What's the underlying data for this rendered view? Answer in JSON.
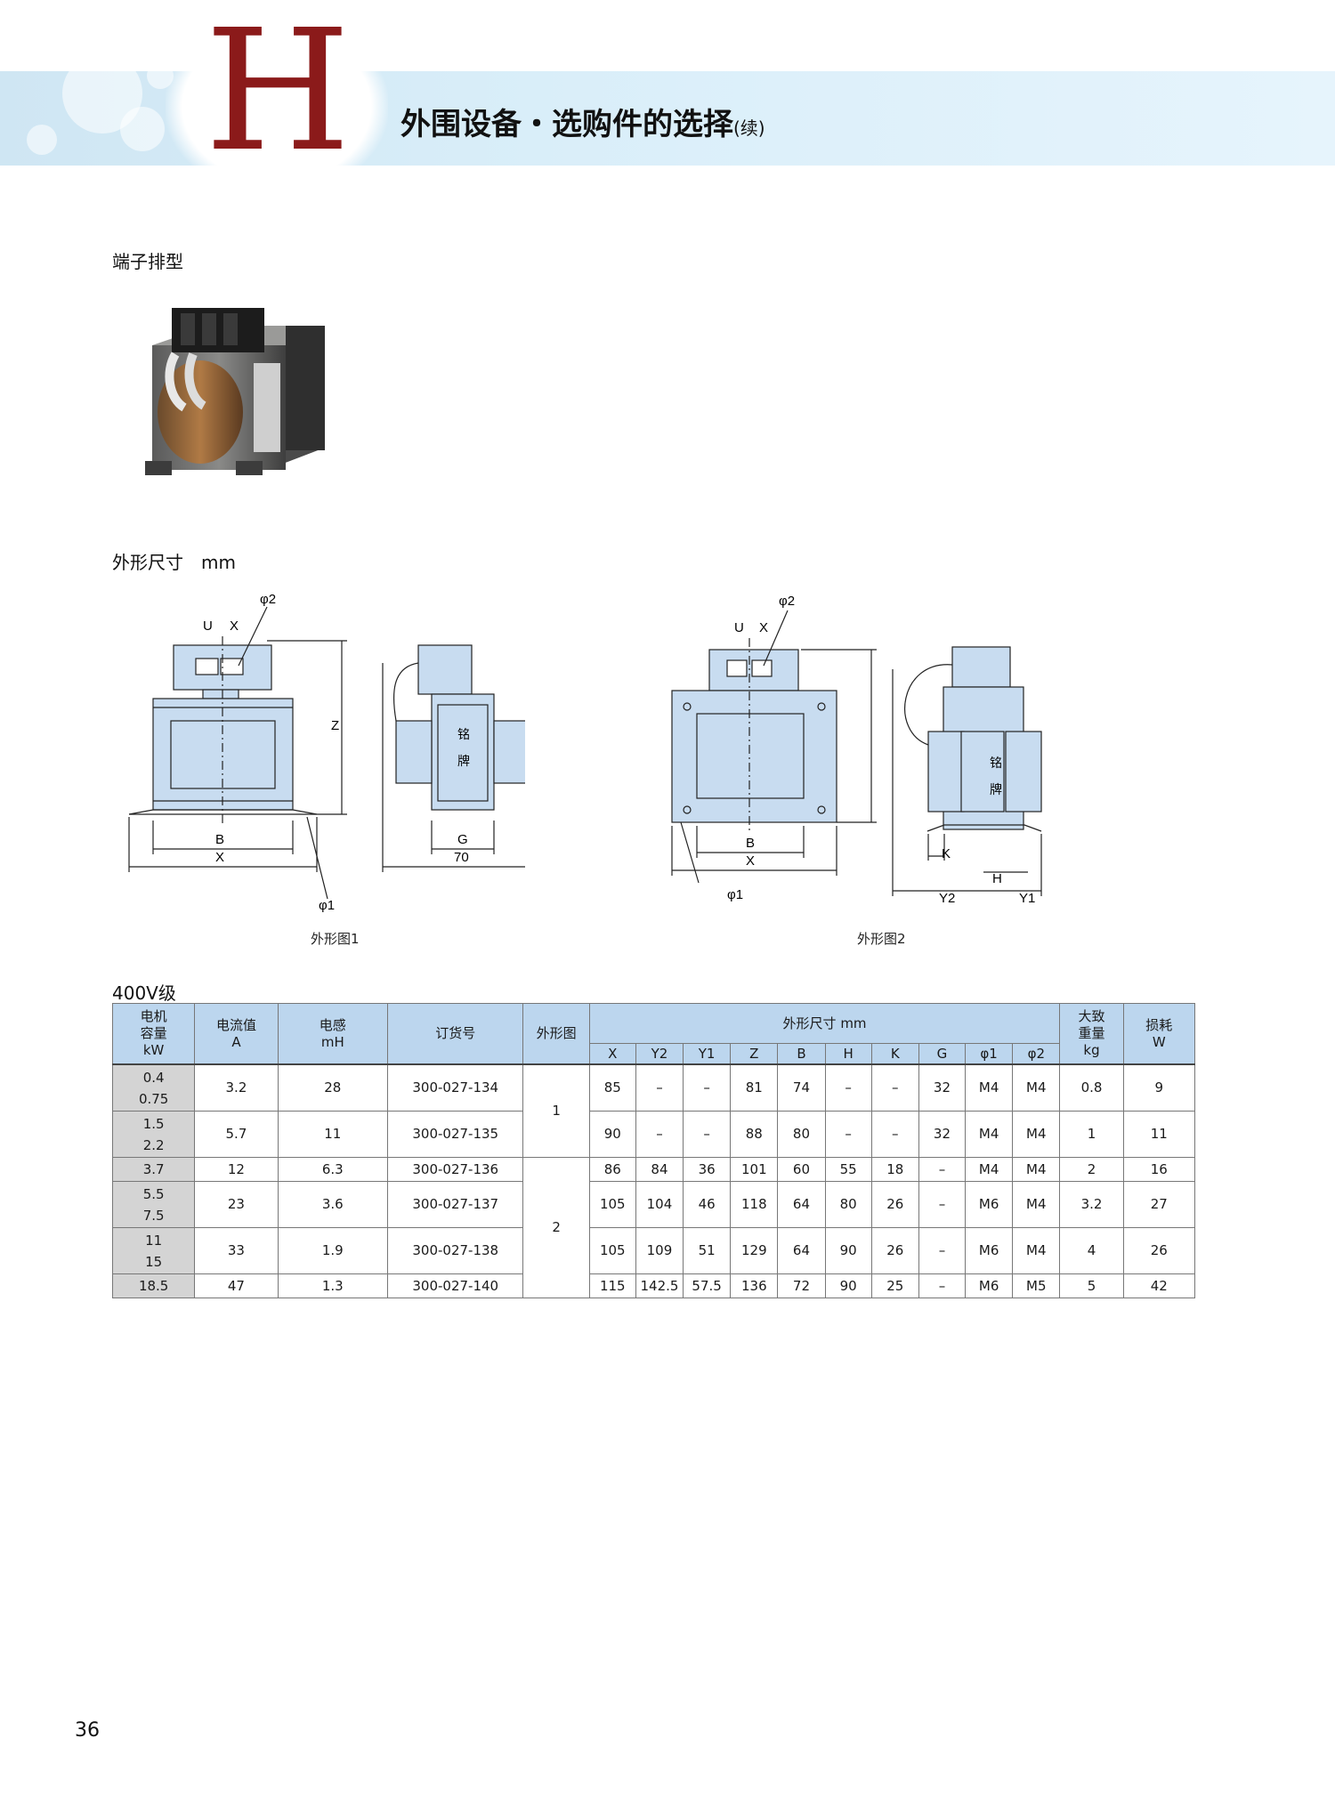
{
  "header": {
    "section_letter": "H",
    "title": "外围设备・选购件的选择",
    "title_cont": "(续)",
    "letter_color": "#8b1a1a",
    "band_color": "#d9eef9"
  },
  "section_terminal": "端子排型",
  "section_dimensions": "外形尺寸　mm",
  "fig1": {
    "caption": "外形图1",
    "labels": {
      "U": "U",
      "X_top": "X",
      "phi2": "φ2",
      "Z": "Z",
      "B": "B",
      "X": "X",
      "phi1": "φ1",
      "G": "G",
      "val70": "70",
      "nameplate1": "铭",
      "nameplate2": "牌"
    }
  },
  "fig2": {
    "caption": "外形图2",
    "labels": {
      "U": "U",
      "X_top": "X",
      "phi2": "φ2",
      "B": "B",
      "X": "X",
      "phi1": "φ1",
      "K": "K",
      "H": "H",
      "Y2": "Y2",
      "Y1": "Y1",
      "nameplate1": "铭",
      "nameplate2": "牌"
    }
  },
  "class_label": "400V级",
  "table": {
    "header_colors": {
      "head_bg": "#bcd6ee",
      "kw_bg": "#d4d4d4"
    },
    "h_motor": [
      "电机",
      "容量",
      "kW"
    ],
    "h_current": [
      "电流值",
      "A"
    ],
    "h_induct": [
      "电感",
      "mH"
    ],
    "h_order": "订货号",
    "h_shape": "外形图",
    "h_dims": "外形尺寸 mm",
    "h_weight": [
      "大致",
      "重量",
      "kg"
    ],
    "h_loss": [
      "损耗",
      "W"
    ],
    "dim_cols": [
      "X",
      "Y2",
      "Y1",
      "Z",
      "B",
      "H",
      "K",
      "G",
      "φ1",
      "φ2"
    ],
    "rows": [
      {
        "kw": [
          "0.4",
          "0.75"
        ],
        "a": "3.2",
        "mh": "28",
        "order": "300-027-134",
        "d": [
          "85",
          "–",
          "–",
          "81",
          "74",
          "–",
          "–",
          "32",
          "M4",
          "M4"
        ],
        "kg": "0.8",
        "w": "9"
      },
      {
        "kw": [
          "1.5",
          "2.2"
        ],
        "a": "5.7",
        "mh": "11",
        "order": "300-027-135",
        "d": [
          "90",
          "–",
          "–",
          "88",
          "80",
          "–",
          "–",
          "32",
          "M4",
          "M4"
        ],
        "kg": "1",
        "w": "11"
      },
      {
        "kw": [
          "3.7"
        ],
        "a": "12",
        "mh": "6.3",
        "order": "300-027-136",
        "d": [
          "86",
          "84",
          "36",
          "101",
          "60",
          "55",
          "18",
          "–",
          "M4",
          "M4"
        ],
        "kg": "2",
        "w": "16"
      },
      {
        "kw": [
          "5.5",
          "7.5"
        ],
        "a": "23",
        "mh": "3.6",
        "order": "300-027-137",
        "d": [
          "105",
          "104",
          "46",
          "118",
          "64",
          "80",
          "26",
          "–",
          "M6",
          "M4"
        ],
        "kg": "3.2",
        "w": "27"
      },
      {
        "kw": [
          "11",
          "15"
        ],
        "a": "33",
        "mh": "1.9",
        "order": "300-027-138",
        "d": [
          "105",
          "109",
          "51",
          "129",
          "64",
          "90",
          "26",
          "–",
          "M6",
          "M4"
        ],
        "kg": "4",
        "w": "26"
      },
      {
        "kw": [
          "18.5"
        ],
        "a": "47",
        "mh": "1.3",
        "order": "300-027-140",
        "d": [
          "115",
          "142.5",
          "57.5",
          "136",
          "72",
          "90",
          "25",
          "–",
          "M6",
          "M5"
        ],
        "kg": "5",
        "w": "42"
      }
    ],
    "shape_groups": [
      "1",
      "2"
    ]
  },
  "page_number": "36"
}
